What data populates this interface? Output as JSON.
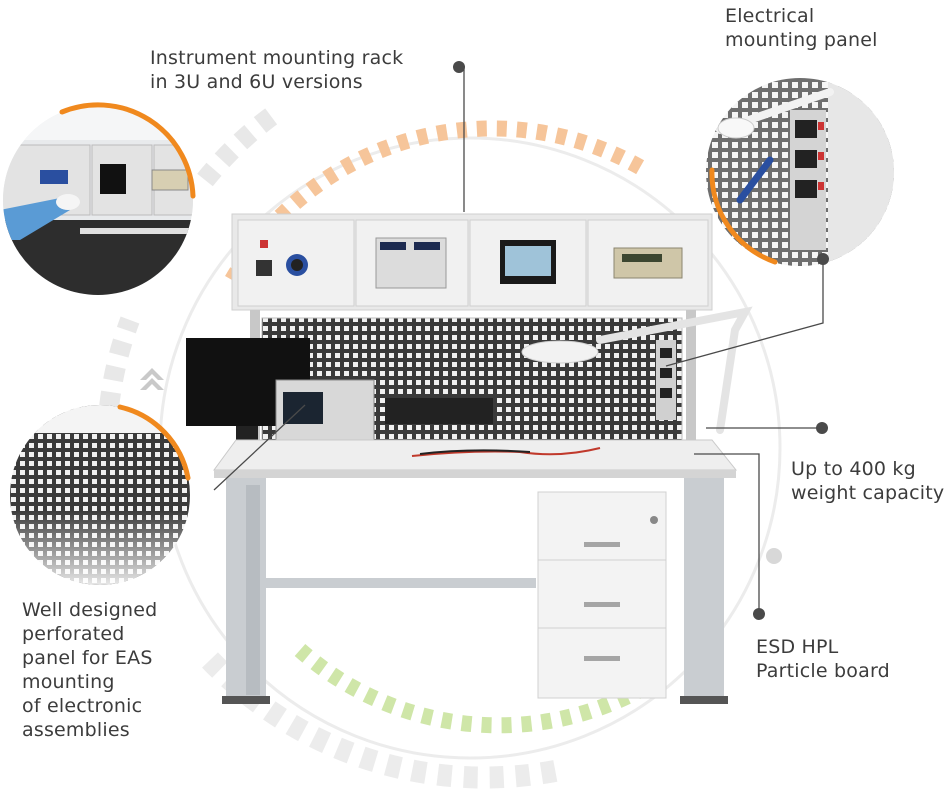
{
  "callouts": {
    "rack": "Instrument mounting rack\nin 3U and 6U versions",
    "electrical": "Electrical\nmounting panel",
    "capacity": "Up to 400 kg\nweight capacity",
    "board": "ESD HPL\nParticle board",
    "perforated": "Well designed\nperforated\npanel for EAS\nmounting\nof electronic\nassemblies"
  },
  "colors": {
    "accent_orange": "#f0891e",
    "accent_orange_light": "#f6c59a",
    "accent_green_light": "#cfe6a8",
    "ring_gray": "#e6e6e6",
    "bench_white": "#ececec",
    "leg_gray": "#c9cdd1",
    "dark": "#2e2e2e"
  },
  "icons": {
    "zoom_rack": "instrument-rack-closeup",
    "zoom_electrical": "electrical-panel-closeup",
    "zoom_perforated": "perforated-panel-closeup",
    "up_arrow": "chevron-up-icon"
  }
}
